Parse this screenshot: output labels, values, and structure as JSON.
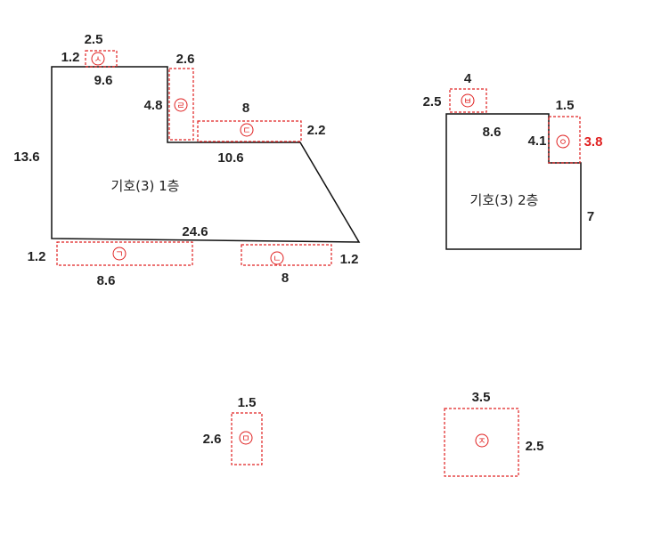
{
  "colors": {
    "outline": "#111111",
    "area_marker": "#e02020",
    "text": "#222222",
    "highlight_dim": "#e02020"
  },
  "floor1": {
    "caption": "기호(3) 1층",
    "dims": {
      "left_height": "13.6",
      "top_width": "9.6",
      "notch_height": "4.8",
      "mid_width": "10.6",
      "bottom_width": "24.6"
    }
  },
  "floor2": {
    "caption": "기호(3) 2층",
    "dims": {
      "top_width": "8.6",
      "notch_height": "4.1",
      "right_height": "7"
    }
  },
  "areas": {
    "giyeok": {
      "mark": "ㄱ",
      "w": "8.6",
      "h": "1.2"
    },
    "nieun": {
      "mark": "ㄴ",
      "w": "8",
      "h": "1.2"
    },
    "digeut": {
      "mark": "ㄷ",
      "w": "8",
      "h": "2.2"
    },
    "rieul": {
      "mark": "ㄹ",
      "w": "2.6",
      "h": "4.8"
    },
    "mieum": {
      "mark": "ㅁ",
      "w": "1.5",
      "h": "2.6"
    },
    "bieup": {
      "mark": "ㅂ",
      "w": "4",
      "h": "2.5"
    },
    "siot": {
      "mark": "ㅅ",
      "w": "2.5",
      "h": "1.2"
    },
    "ieung": {
      "mark": "ㅇ",
      "w": "1.5",
      "h": "4.1",
      "h2": "3.8"
    },
    "jieut": {
      "mark": "ㅈ",
      "w": "3.5",
      "h": "2.5"
    }
  }
}
